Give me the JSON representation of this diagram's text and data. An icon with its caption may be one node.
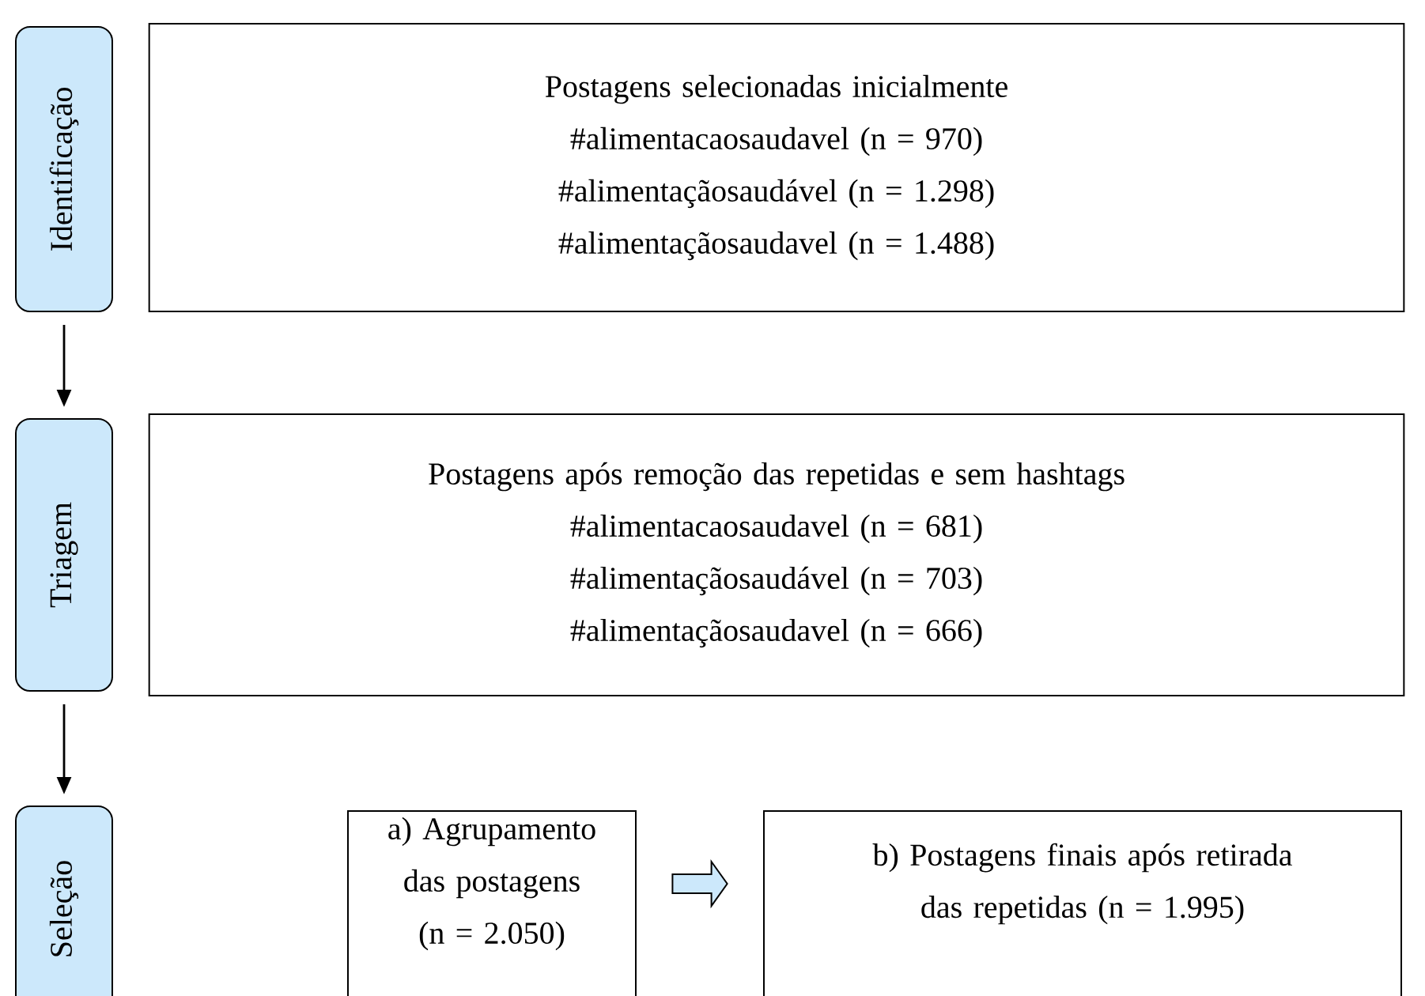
{
  "diagram": {
    "nodes": [
      {
        "text": [
          "Identificação"
        ]
      },
      {
        "text": [
          "Postagens selecionadas inicialmente",
          "#alimentacaosaudavel (n = 970)",
          "#alimentaçãosaudável (n = 1.298)",
          "#alimentaçãosaudavel (n = 1.488)"
        ]
      },
      {
        "text": [
          "Triagem"
        ]
      },
      {
        "text": [
          "Postagens após remoção das repetidas e sem hashtags",
          "#alimentacaosaudavel (n = 681)",
          "#alimentaçãosaudável (n = 703)",
          "#alimentaçãosaudavel (n = 666)"
        ]
      },
      {
        "text": [
          "Seleção"
        ]
      },
      {
        "text": [
          "a) Agrupamento das postagens (n = 2.050)"
        ]
      },
      {
        "text": [
          "b) Postagens finais após retirada das repetidas (n = 1.995)"
        ]
      }
    ],
    "edges": [
      {
        "from": 0,
        "to": 2,
        "arrow": "to"
      },
      {
        "from": 2,
        "to": 4,
        "arrow": "to"
      },
      {
        "from": 5,
        "to": 6,
        "arrow": "to",
        "style": "thick",
        "color": "#cce8fb"
      }
    ]
  }
}
